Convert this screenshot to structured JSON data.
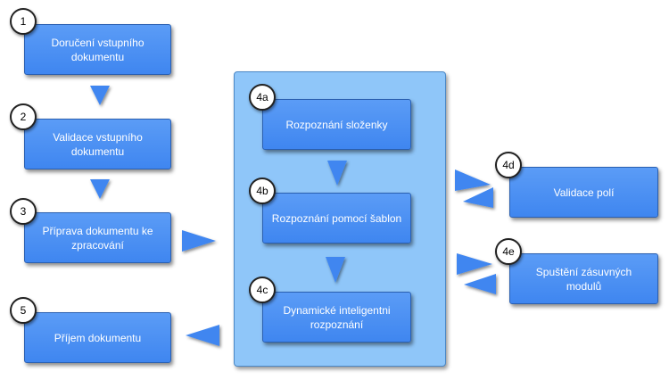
{
  "steps": {
    "s1": {
      "badge": "1",
      "label": "Doručení vstupního dokumentu"
    },
    "s2": {
      "badge": "2",
      "label": "Validace vstupního dokumentu"
    },
    "s3": {
      "badge": "3",
      "label": "Příprava dokumentu ke zpracování"
    },
    "s5": {
      "badge": "5",
      "label": "Příjem dokumentu"
    },
    "s4a": {
      "badge": "4a",
      "label": "Rozpoznání složenky"
    },
    "s4b": {
      "badge": "4b",
      "label": "Rozpoznání pomocí šablon"
    },
    "s4c": {
      "badge": "4c",
      "label": "Dynamické inteligentni rozpoznání"
    },
    "s4d": {
      "badge": "4d",
      "label": "Validace polí"
    },
    "s4e": {
      "badge": "4e",
      "label": "Spuštění zásuvných modulů"
    }
  },
  "colors": {
    "box": "#4a8ff3",
    "panel": "#8fc6f9",
    "arrow": "#3f86f0"
  }
}
